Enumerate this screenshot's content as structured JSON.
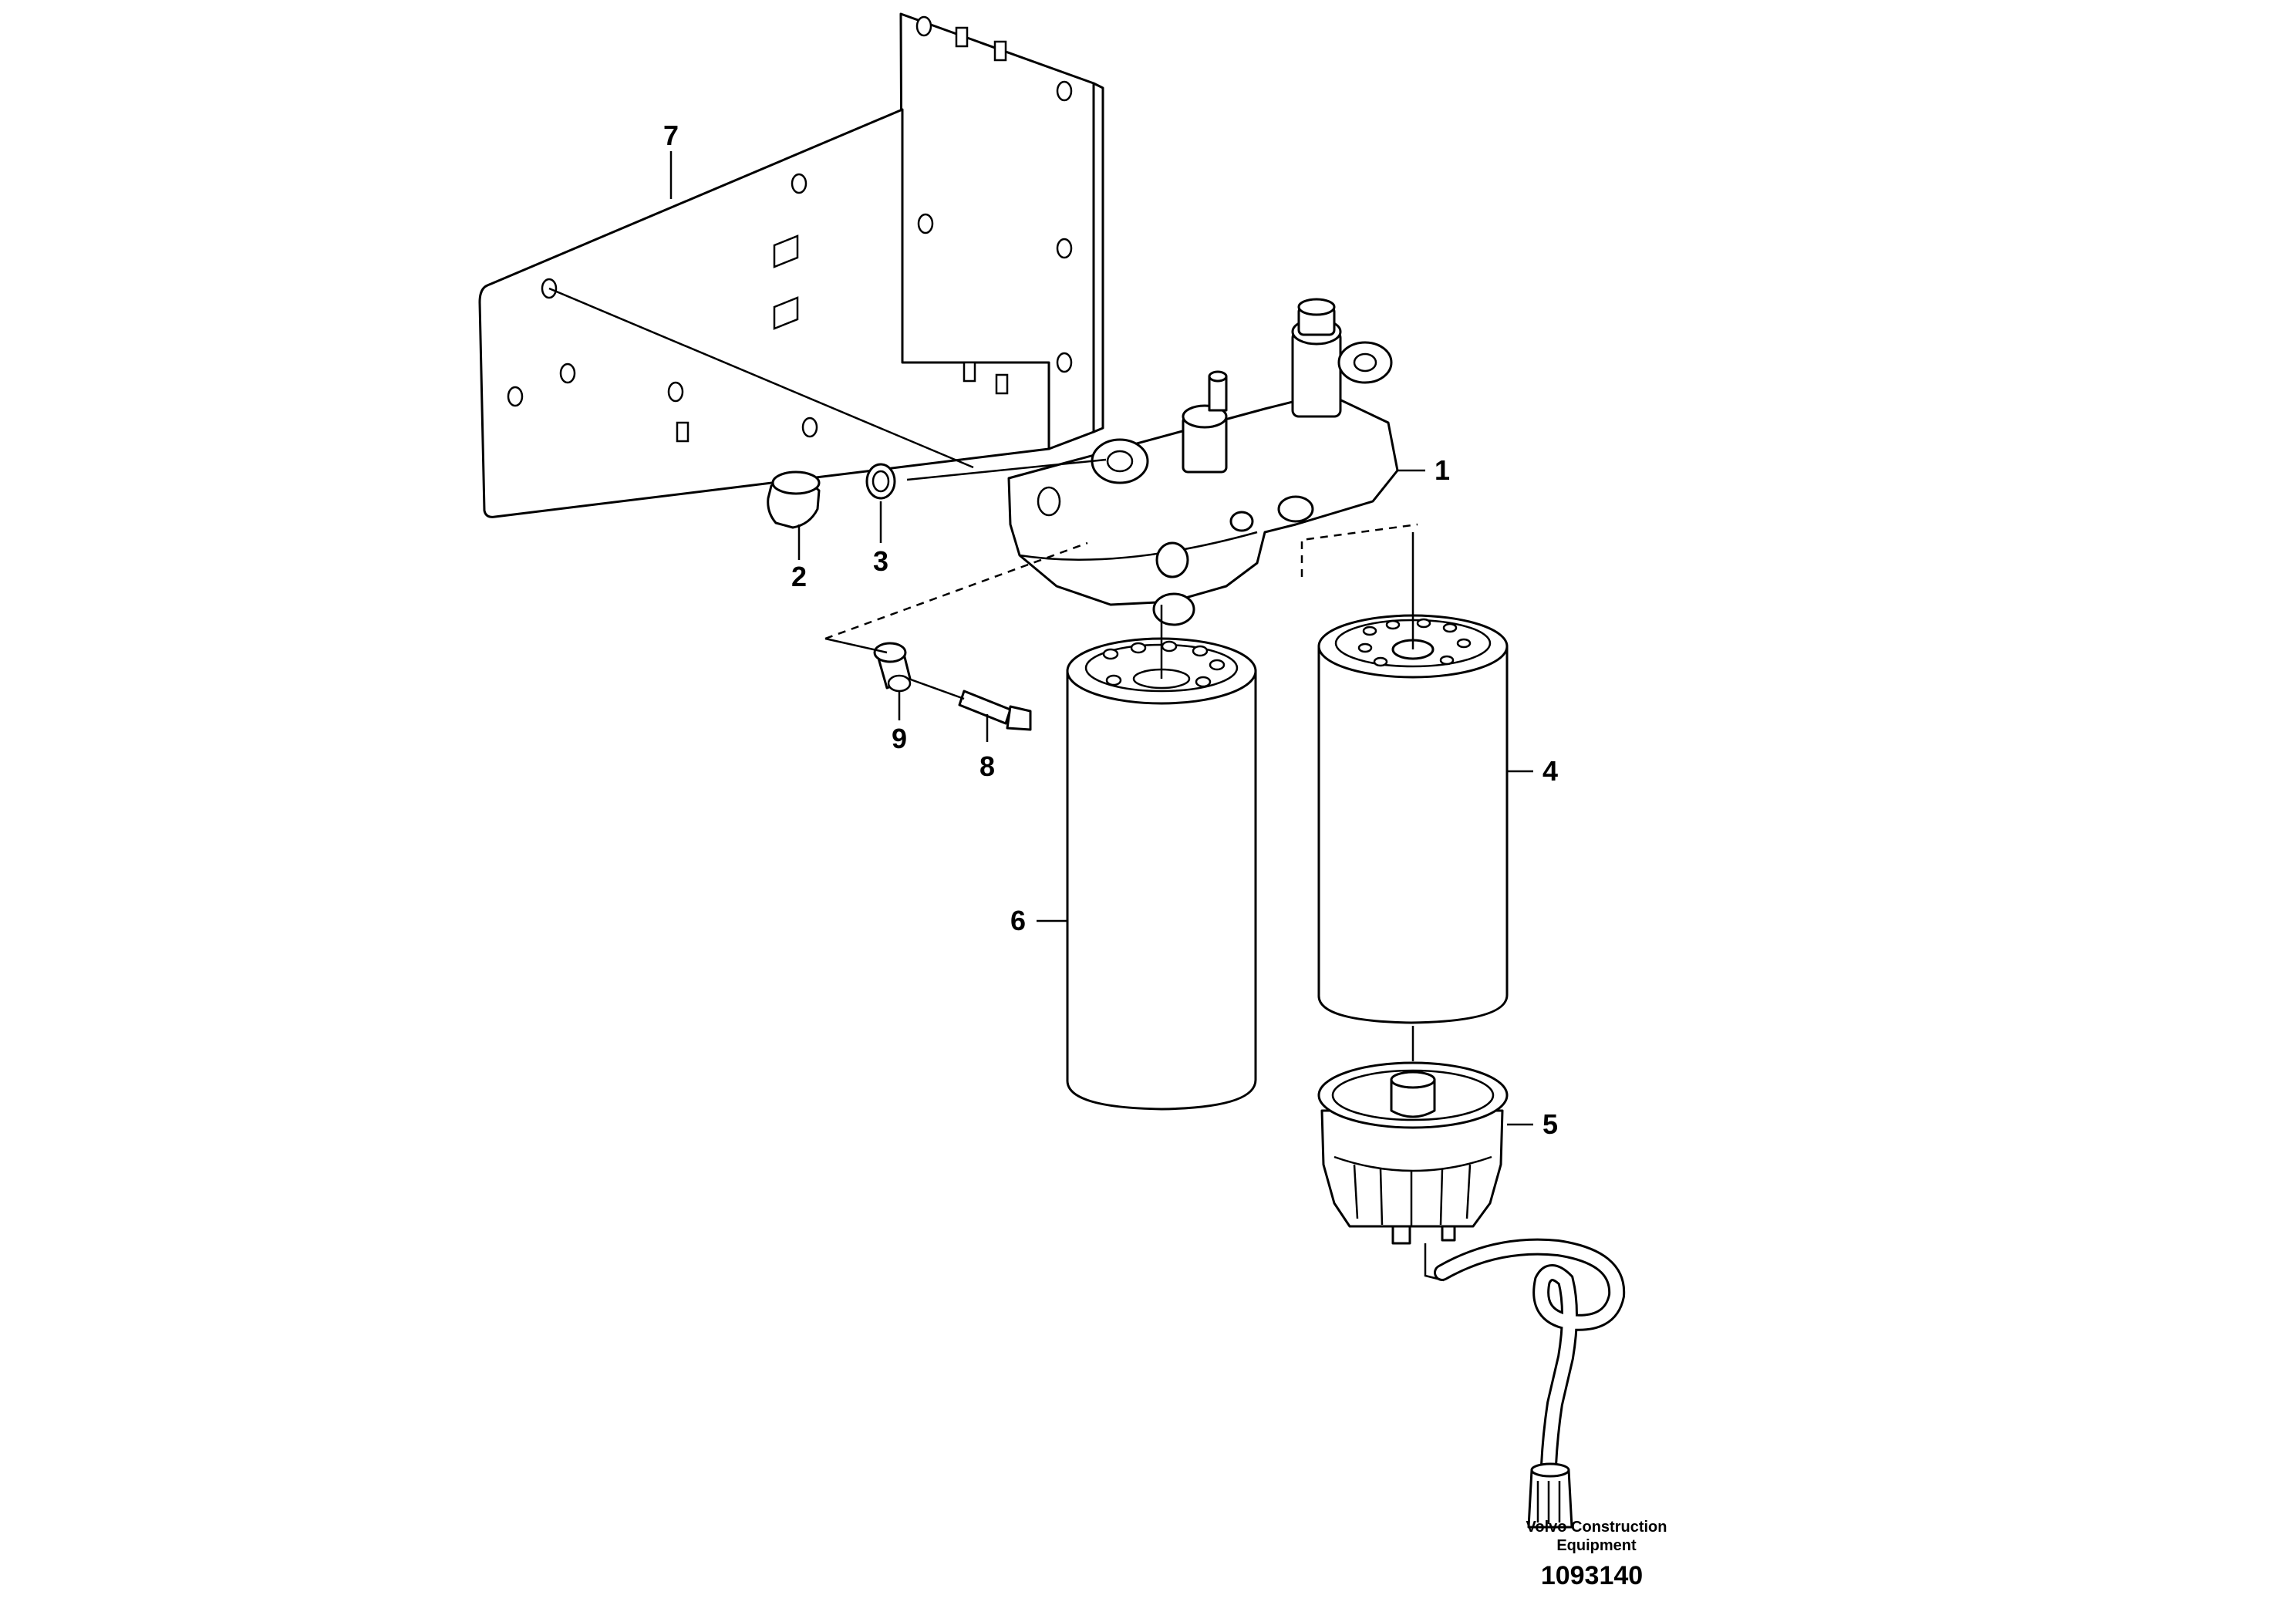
{
  "callouts": [
    {
      "id": "1",
      "label": "1"
    },
    {
      "id": "2",
      "label": "2"
    },
    {
      "id": "3",
      "label": "3"
    },
    {
      "id": "4",
      "label": "4"
    },
    {
      "id": "5",
      "label": "5"
    },
    {
      "id": "6",
      "label": "6"
    },
    {
      "id": "7",
      "label": "7"
    },
    {
      "id": "8",
      "label": "8"
    },
    {
      "id": "9",
      "label": "9"
    }
  ],
  "footer": {
    "company_line1": "Volvo Construction",
    "company_line2": "Equipment",
    "figure_number": "1093140"
  }
}
